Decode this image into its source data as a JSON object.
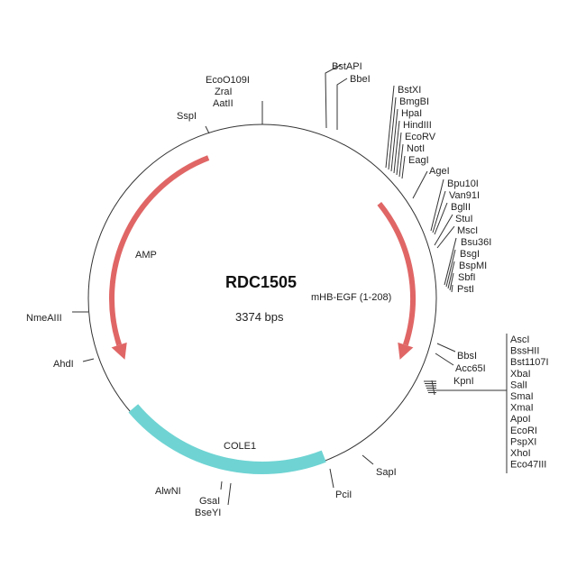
{
  "plasmid": {
    "name": "RDC1505",
    "size": "3374 bps"
  },
  "features": {
    "amp": {
      "label": "AMP",
      "color": "#e06666"
    },
    "insert": {
      "label": "mHB-EGF (1-208)",
      "color": "#e06666"
    },
    "ori": {
      "label": "COLE1",
      "color": "#6fd3d3"
    }
  },
  "sites": {
    "top_left": [
      "EcoO109I",
      "ZraI",
      "AatII"
    ],
    "sspi": "SspI",
    "top": [
      "BstAPI",
      "BbeI"
    ],
    "group1": [
      "BstXI",
      "BmgBI",
      "HpaI",
      "HindIII",
      "EcoRV",
      "NotI",
      "EagI"
    ],
    "agei": "AgeI",
    "group2": [
      "Bpu10I",
      "Van91I",
      "BglII"
    ],
    "group3": [
      "StuI",
      "MscI"
    ],
    "group4": [
      "Bsu36I",
      "BsgI",
      "BspMI",
      "SbfI",
      "PstI"
    ],
    "group5": [
      "BbsI",
      "Acc65I",
      "KpnI"
    ],
    "mcs": [
      "AscI",
      "BssHII",
      "Bst1107I",
      "XbaI",
      "SalI",
      "SmaI",
      "XmaI",
      "ApoI",
      "EcoRI",
      "PspXI",
      "XhoI",
      "Eco47III"
    ],
    "sapi": "SapI",
    "pcii": "PciI",
    "bottom_left": [
      "AlwNI",
      "GsaI",
      "BseYI"
    ],
    "nmeaiii": "NmeAIII",
    "ahdi": "AhdI"
  }
}
